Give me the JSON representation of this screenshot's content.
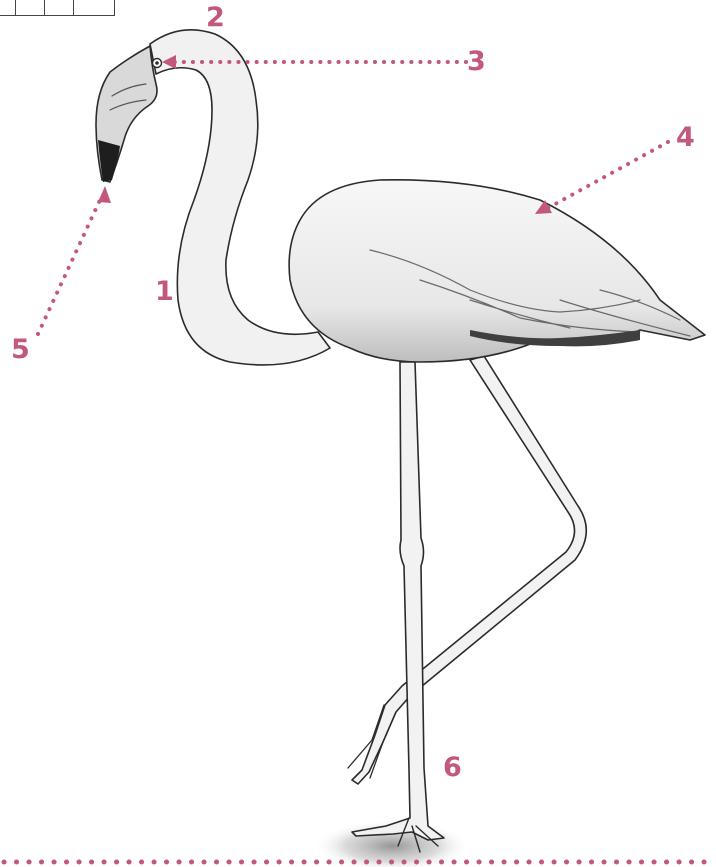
{
  "accent_color": "#c2587a",
  "labels": [
    {
      "id": "1",
      "text": "1"
    },
    {
      "id": "2",
      "text": "2"
    },
    {
      "id": "3",
      "text": "3"
    },
    {
      "id": "4",
      "text": "4"
    },
    {
      "id": "5",
      "text": "5"
    },
    {
      "id": "6",
      "text": "6"
    }
  ],
  "illustration": "flamingo-illustration"
}
